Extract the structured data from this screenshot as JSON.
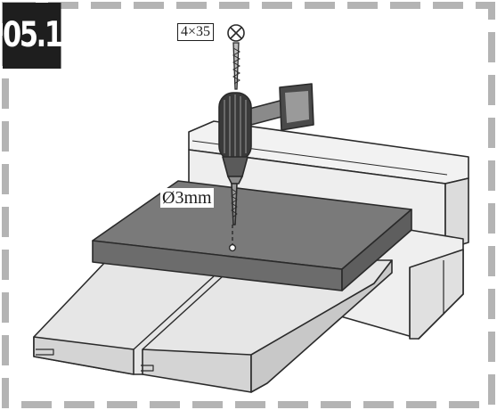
{
  "step": {
    "number": "05.1"
  },
  "screw": {
    "spec": "4×35",
    "head_icon": "cross-screw-head-icon"
  },
  "drill_bit": {
    "diameter": "Ø3mm"
  },
  "colors": {
    "border_dash": "#b4b4b4",
    "badge_bg": "#1e1e1e",
    "board_top": "#7a7a7a",
    "board_front": "#6c6c6c",
    "floor_plank": "#e6e6e6",
    "wall_panel": "#eeeeee",
    "outline": "#2a2a2a"
  }
}
